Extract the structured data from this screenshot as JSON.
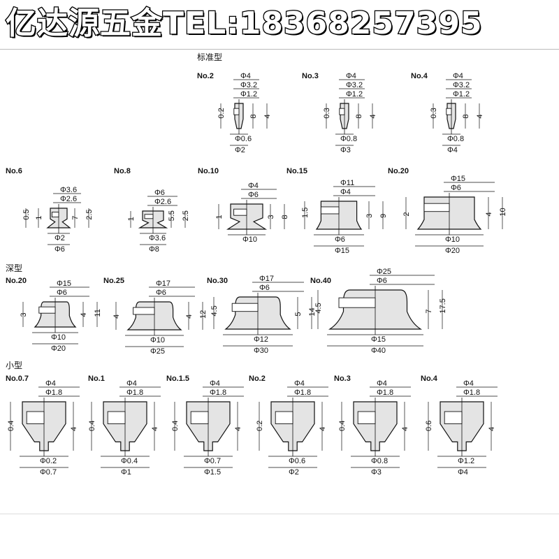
{
  "banner": {
    "text": "亿达源五金TEL:18368257395"
  },
  "sections": [
    {
      "title": "标准型",
      "items": [
        {
          "no": "No.2",
          "labels": [
            "Φ4",
            "Φ3.2",
            "Φ1.2",
            "8",
            "4",
            "0.2",
            "Φ0.6",
            "Φ2"
          ]
        },
        {
          "no": "No.3",
          "labels": [
            "Φ4",
            "Φ3.2",
            "Φ1.2",
            "8",
            "4",
            "0.3",
            "Φ0.8",
            "Φ3"
          ]
        },
        {
          "no": "No.4",
          "labels": [
            "Φ4",
            "Φ3.2",
            "Φ1.2",
            "8",
            "4",
            "0.3",
            "Φ0.8",
            "Φ4"
          ]
        },
        {
          "no": "No.6",
          "labels": [
            "Φ3.6",
            "Φ2.6",
            "7",
            "2.5",
            "1",
            "0.5",
            "Φ2",
            "Φ6"
          ]
        },
        {
          "no": "No.8",
          "labels": [
            "Φ6",
            "Φ2.6",
            "5.5",
            "2.5",
            "1",
            "Φ3.6",
            "Φ8"
          ]
        },
        {
          "no": "No.10",
          "labels": [
            "Φ4",
            "3",
            "8",
            "1",
            "Φ6",
            "Φ10"
          ]
        },
        {
          "no": "No.15",
          "labels": [
            "Φ11",
            "Φ4",
            "3",
            "9",
            "1.5",
            "Φ6",
            "Φ15"
          ]
        },
        {
          "no": "No.20",
          "labels": [
            "Φ15",
            "Φ6",
            "4",
            "10",
            "2",
            "Φ10",
            "Φ20"
          ]
        }
      ]
    },
    {
      "title": "深型",
      "items": [
        {
          "no": "No.20",
          "labels": [
            "Φ15",
            "Φ6",
            "4",
            "11",
            "3",
            "Φ10",
            "Φ20"
          ]
        },
        {
          "no": "No.25",
          "labels": [
            "Φ17",
            "Φ6",
            "4",
            "12",
            "4",
            "Φ10",
            "Φ25"
          ]
        },
        {
          "no": "No.30",
          "labels": [
            "Φ17",
            "Φ6",
            "5",
            "14",
            "4.5",
            "Φ12",
            "Φ30"
          ]
        },
        {
          "no": "No.40",
          "labels": [
            "Φ25",
            "Φ6",
            "7",
            "17.5",
            "4.5",
            "Φ15",
            "Φ40"
          ]
        }
      ]
    },
    {
      "title": "小型",
      "items": [
        {
          "no": "No.0.7",
          "labels": [
            "Φ4",
            "Φ1.8",
            "4",
            "0.4",
            "Φ0.2",
            "Φ0.7"
          ]
        },
        {
          "no": "No.1",
          "labels": [
            "Φ4",
            "Φ1.8",
            "4",
            "0.4",
            "Φ0.4",
            "Φ1"
          ]
        },
        {
          "no": "No.1.5",
          "labels": [
            "Φ4",
            "Φ1.8",
            "4",
            "0.4",
            "Φ0.7",
            "Φ1.5"
          ]
        },
        {
          "no": "No.2",
          "labels": [
            "Φ4",
            "Φ1.8",
            "4",
            "0.2",
            "Φ0.6",
            "Φ2"
          ]
        },
        {
          "no": "No.3",
          "labels": [
            "Φ4",
            "Φ1.8",
            "4",
            "0.4",
            "Φ0.8",
            "Φ3"
          ]
        },
        {
          "no": "No.4",
          "labels": [
            "Φ4",
            "Φ1.8",
            "4",
            "0.6",
            "Φ1.2",
            "Φ4"
          ]
        }
      ]
    }
  ]
}
